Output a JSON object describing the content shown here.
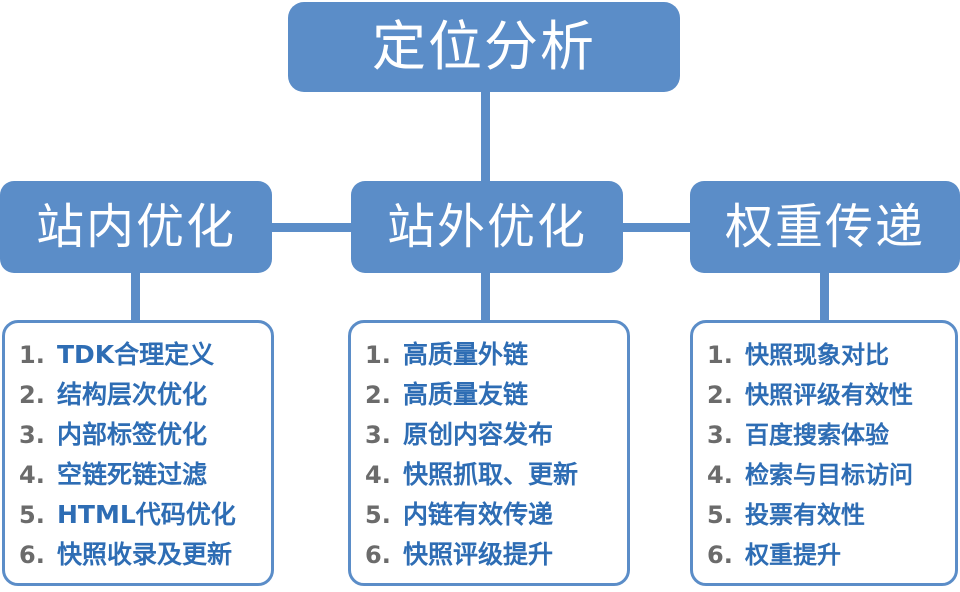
{
  "diagram": {
    "type": "tree-hierarchy",
    "colors": {
      "box_fill": "#5b8dc8",
      "box_text": "#ffffff",
      "connector": "#5b8dc8",
      "list_border": "#5b8dc8",
      "list_number": "#6b6b6b",
      "list_text": "#2e6db4",
      "background": "#ffffff"
    },
    "root": {
      "label": "定位分析"
    },
    "branches": [
      {
        "key": "onsite",
        "label": "站内优化",
        "items": [
          {
            "num": "1.",
            "label": "TDK合理定义"
          },
          {
            "num": "2.",
            "label": "结构层次优化"
          },
          {
            "num": "3.",
            "label": "内部标签优化"
          },
          {
            "num": "4.",
            "label": "空链死链过滤"
          },
          {
            "num": "5.",
            "label": "HTML代码优化"
          },
          {
            "num": "6.",
            "label": "快照收录及更新"
          }
        ]
      },
      {
        "key": "offsite",
        "label": "站外优化",
        "items": [
          {
            "num": "1.",
            "label": "高质量外链"
          },
          {
            "num": "2.",
            "label": "高质量友链"
          },
          {
            "num": "3.",
            "label": "原创内容发布"
          },
          {
            "num": "4.",
            "label": "快照抓取、更新"
          },
          {
            "num": "5.",
            "label": "内链有效传递"
          },
          {
            "num": "6.",
            "label": "快照评级提升"
          }
        ]
      },
      {
        "key": "weight",
        "label": "权重传递",
        "items": [
          {
            "num": "1.",
            "label": "快照现象对比"
          },
          {
            "num": "2.",
            "label": "快照评级有效性"
          },
          {
            "num": "3.",
            "label": "百度搜索体验"
          },
          {
            "num": "4.",
            "label": "检索与目标访问"
          },
          {
            "num": "5.",
            "label": "投票有效性"
          },
          {
            "num": "6.",
            "label": "权重提升"
          }
        ]
      }
    ]
  }
}
